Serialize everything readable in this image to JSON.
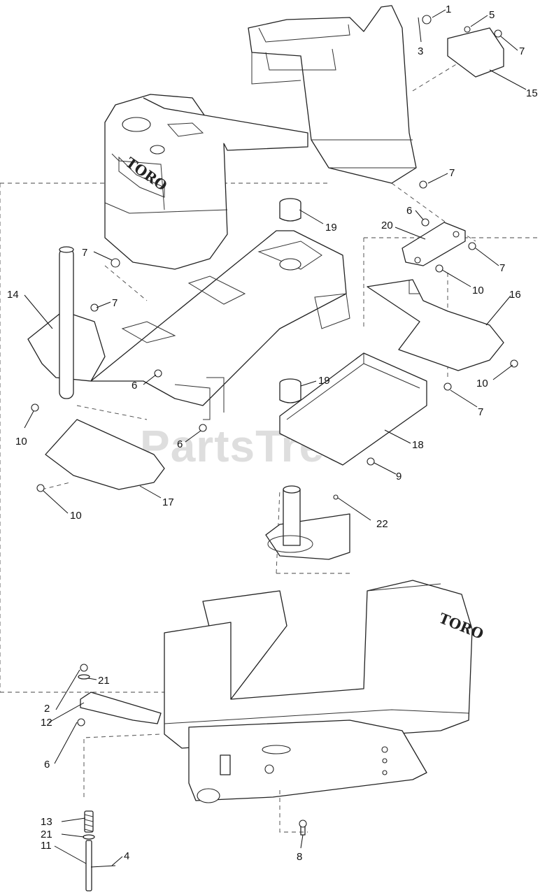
{
  "watermark": "PartsTree",
  "brand_decal": "TORO",
  "callouts": [
    {
      "id": "c1",
      "label": "1"
    },
    {
      "id": "c5",
      "label": "5"
    },
    {
      "id": "c3",
      "label": "3"
    },
    {
      "id": "c7a",
      "label": "7"
    },
    {
      "id": "c15",
      "label": "15"
    },
    {
      "id": "c7b",
      "label": "7"
    },
    {
      "id": "c19a",
      "label": "19"
    },
    {
      "id": "c6a",
      "label": "6"
    },
    {
      "id": "c20",
      "label": "20"
    },
    {
      "id": "c7c",
      "label": "7"
    },
    {
      "id": "c10a",
      "label": "10"
    },
    {
      "id": "c7d",
      "label": "7"
    },
    {
      "id": "c7e",
      "label": "7"
    },
    {
      "id": "c14",
      "label": "14"
    },
    {
      "id": "c16",
      "label": "16"
    },
    {
      "id": "c6b",
      "label": "6"
    },
    {
      "id": "c19b",
      "label": "19"
    },
    {
      "id": "c10b",
      "label": "10"
    },
    {
      "id": "c7f",
      "label": "7"
    },
    {
      "id": "c10c",
      "label": "10"
    },
    {
      "id": "c6c",
      "label": "6"
    },
    {
      "id": "c18",
      "label": "18"
    },
    {
      "id": "c9",
      "label": "9"
    },
    {
      "id": "c17",
      "label": "17"
    },
    {
      "id": "c10d",
      "label": "10"
    },
    {
      "id": "c22",
      "label": "22"
    },
    {
      "id": "c2",
      "label": "2"
    },
    {
      "id": "c21a",
      "label": "21"
    },
    {
      "id": "c12",
      "label": "12"
    },
    {
      "id": "c6d",
      "label": "6"
    },
    {
      "id": "c13",
      "label": "13"
    },
    {
      "id": "c21b",
      "label": "21"
    },
    {
      "id": "c11",
      "label": "11"
    },
    {
      "id": "c4",
      "label": "4"
    },
    {
      "id": "c8",
      "label": "8"
    }
  ]
}
